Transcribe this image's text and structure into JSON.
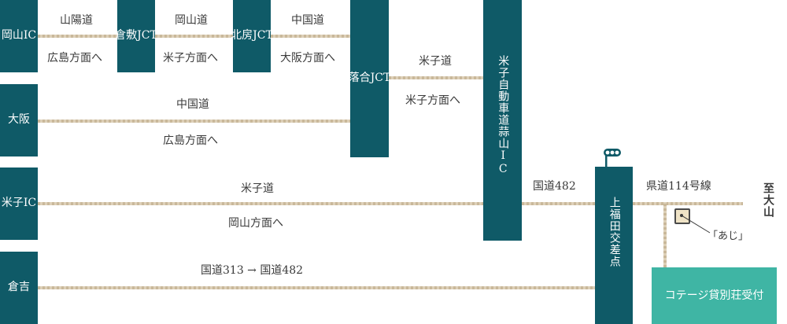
{
  "nodes": {
    "okayama_ic": [
      "岡",
      "山",
      "IC"
    ],
    "kurashiki_jct": [
      "倉",
      "敷",
      "JCT"
    ],
    "hokubo_jct": [
      "北",
      "房",
      "JCT"
    ],
    "ochiai_jct": [
      "落",
      "合",
      "JCT"
    ],
    "yonago_expwy_ic": "米子自動車道蒜山IC",
    "osaka": [
      "大",
      "阪"
    ],
    "yonago_ic": [
      "米",
      "子",
      "IC"
    ],
    "kurayoshi": [
      "倉",
      "吉"
    ],
    "kamifukuda": "上福田交差点",
    "cottage": [
      "コテージ貸別荘",
      "受付"
    ]
  },
  "roads": {
    "r1_top": "山陽道",
    "r1_bottom": "広島方面へ",
    "r2_top": "岡山道",
    "r2_bottom": "米子方面へ",
    "r3_top": "中国道",
    "r3_bottom": "大阪方面へ",
    "r4_top": "米子道",
    "r4_bottom": "米子方面へ",
    "osaka_top": "中国道",
    "osaka_bottom": "広島方面へ",
    "yonago_top": "米子道",
    "yonago_bottom": "岡山方面へ",
    "kurayoshi_top": "国道313 → 国道482",
    "route482": "国道482",
    "pref114": "県道114号線",
    "to_daisen": "至大山",
    "aji": "「あじ」"
  },
  "colors": {
    "node": "#0f5a67",
    "cottage": "#3fb5a4",
    "road": "#c9b89a"
  }
}
